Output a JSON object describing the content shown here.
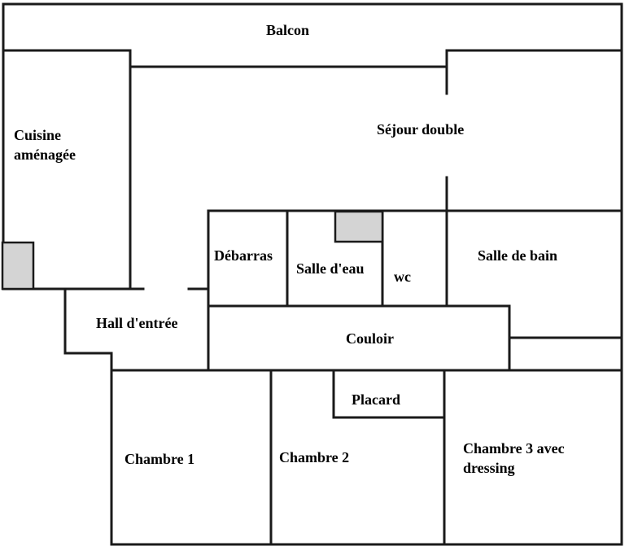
{
  "plan": {
    "rooms": {
      "balcon": "Balcon",
      "sejour": "Séjour double",
      "cuisine_line1": "Cuisine",
      "cuisine_line2": "aménagée",
      "debarras": "Débarras",
      "salle_eau": "Salle d'eau",
      "wc": "wc",
      "salle_bain": "Salle de bain",
      "hall": "Hall d'entrée",
      "couloir": "Couloir",
      "placard": "Placard",
      "chambre1": "Chambre 1",
      "chambre2": "Chambre 2",
      "chambre3_line1": "Chambre 3 avec",
      "chambre3_line2": "dressing"
    },
    "colors": {
      "wall": "#1a1a1a",
      "fixture": "#d4d4d4",
      "background": "#ffffff"
    }
  }
}
